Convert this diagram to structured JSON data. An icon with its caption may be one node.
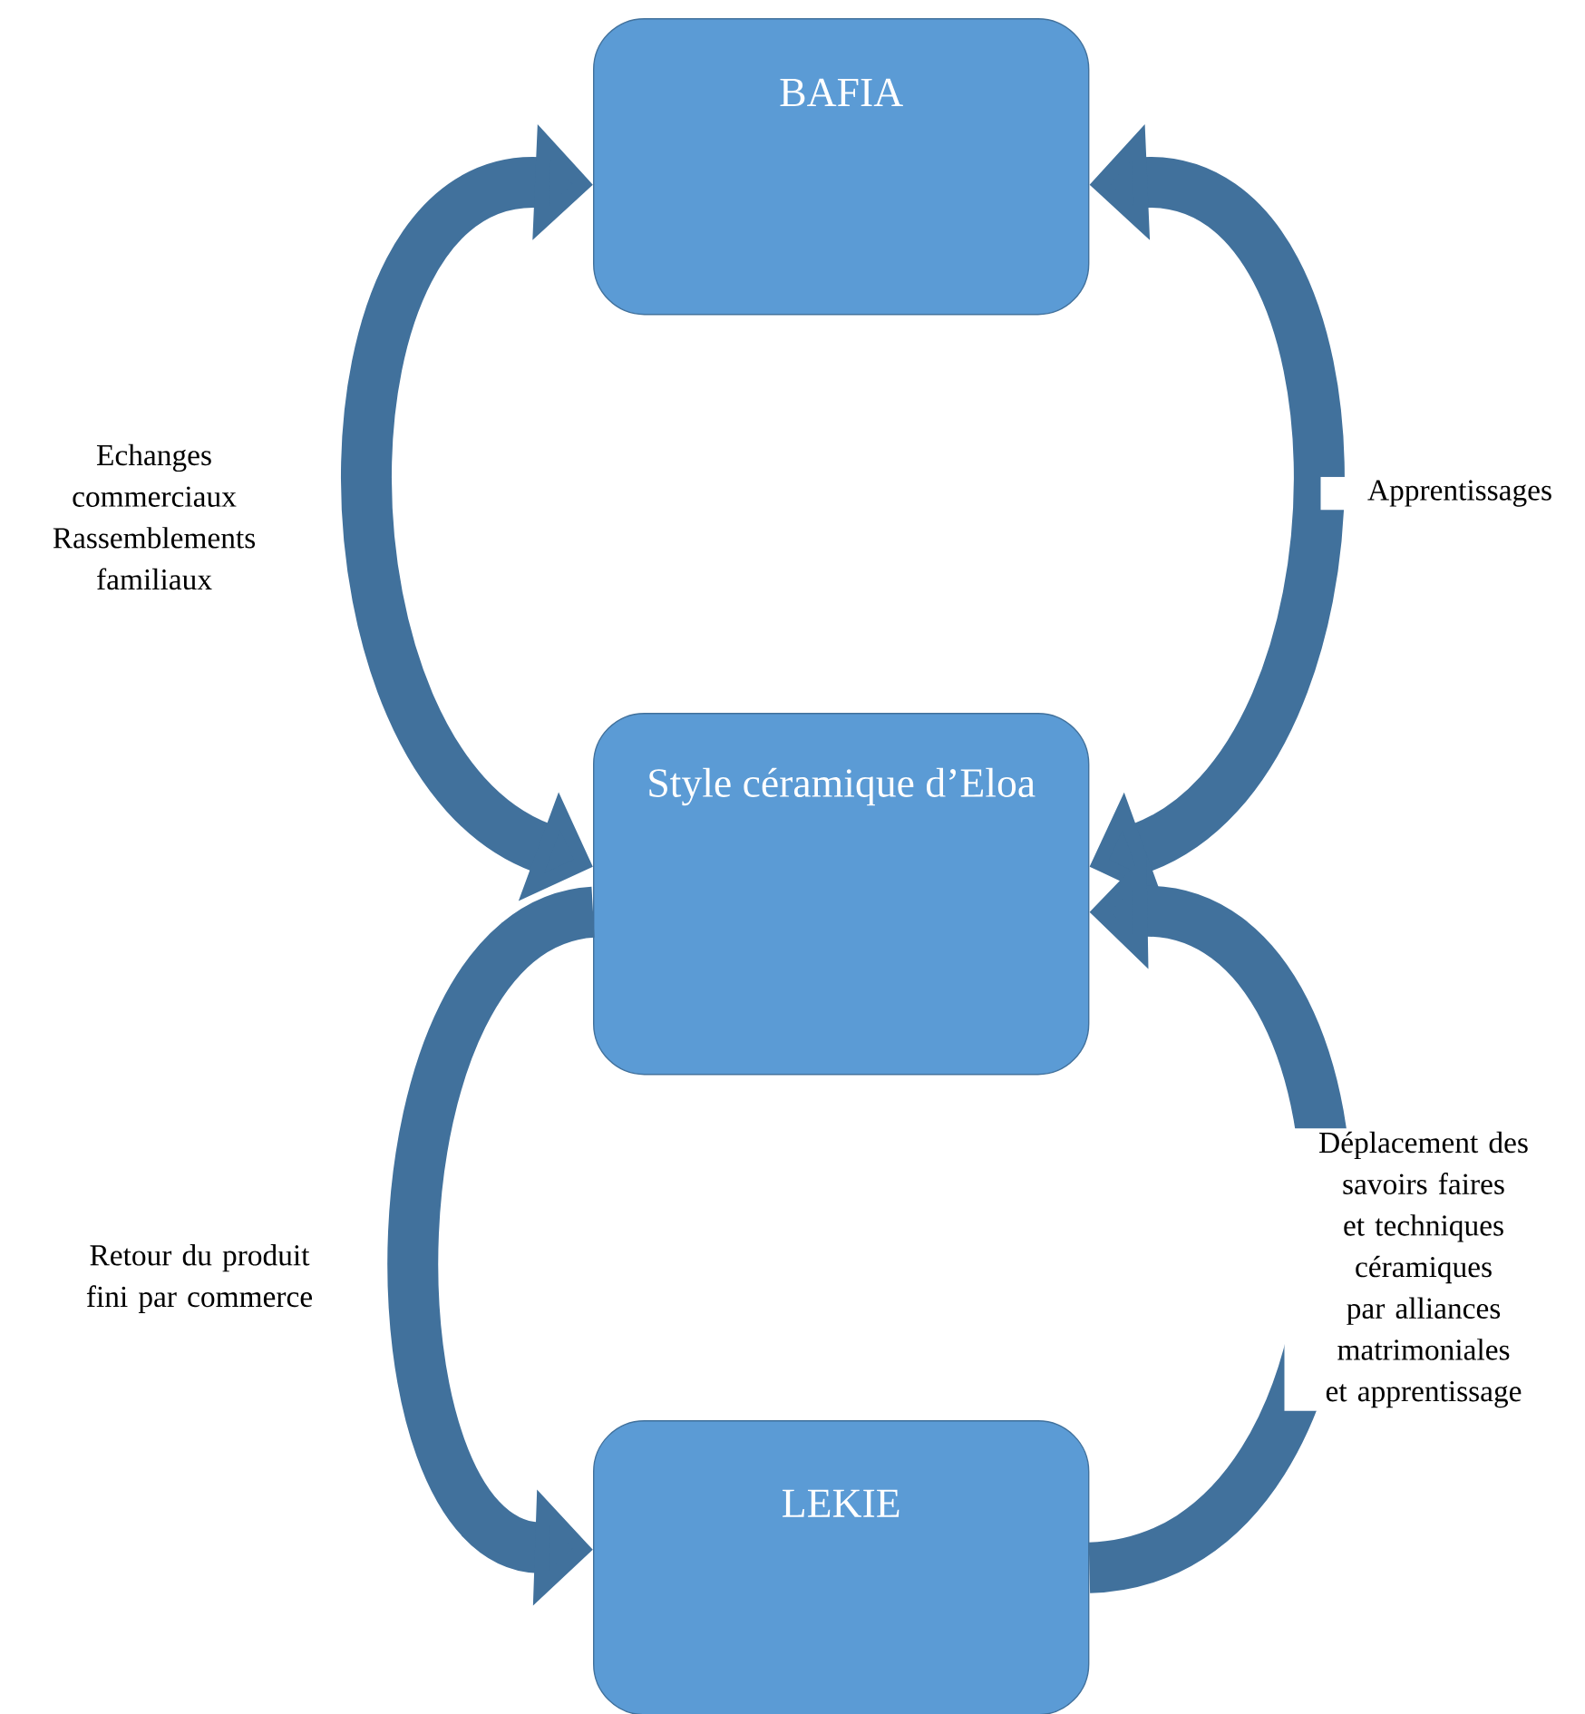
{
  "diagram": {
    "nodes": [
      {
        "text": [
          "BAFIA"
        ]
      },
      {
        "text": [
          "Style céramique d’Eloa"
        ]
      },
      {
        "text": [
          "LEKIE"
        ]
      }
    ],
    "edges": [
      {
        "from": 1,
        "to": 0,
        "arrow": "both",
        "label": "Echanges commerciaux Rassemblements familiaux"
      },
      {
        "from": 1,
        "to": 0,
        "arrow": "both",
        "label": "Apprentissages"
      },
      {
        "from": 1,
        "to": 2,
        "arrow": "to",
        "label": "Retour du produit fini par commerce"
      },
      {
        "from": 2,
        "to": 1,
        "arrow": "to",
        "label": "Déplacement des savoirs faires et techniques céramiques par alliances matrimoniales et apprentissage"
      }
    ]
  }
}
